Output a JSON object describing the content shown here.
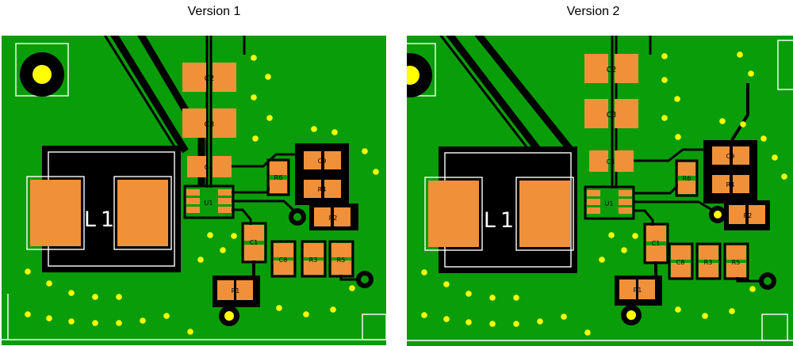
{
  "colors": {
    "background": "#ffffff",
    "board_green": "#0a9d0a",
    "pad_orange": "#f0913a",
    "via_yellow": "#ffff00",
    "trace_black": "#000000",
    "silkscreen_white": "#ffffff",
    "label_black": "#000000",
    "title_black": "#000000"
  },
  "panels": [
    {
      "title": "Version 1",
      "labels": {
        "l1": "L1",
        "c2": "C2",
        "c3": "C3",
        "c4": "C4",
        "u1": "U1",
        "r6": "R6",
        "c9": "C9",
        "r4": "R4",
        "r2": "R2",
        "c1": "C1",
        "c8": "C8",
        "r3": "R3",
        "r5": "R5",
        "r1": "R1"
      },
      "vias": [
        [
          318,
          28
        ],
        [
          336,
          52
        ],
        [
          318,
          78
        ],
        [
          338,
          104
        ],
        [
          320,
          130
        ],
        [
          394,
          118
        ],
        [
          420,
          122
        ],
        [
          458,
          146
        ],
        [
          472,
          172
        ],
        [
          263,
          252
        ],
        [
          279,
          271
        ],
        [
          251,
          283
        ],
        [
          293,
          253
        ],
        [
          33,
          298
        ],
        [
          60,
          313
        ],
        [
          88,
          325
        ],
        [
          118,
          330
        ],
        [
          148,
          330
        ],
        [
          33,
          352
        ],
        [
          60,
          357
        ],
        [
          88,
          361
        ],
        [
          118,
          363
        ],
        [
          148,
          363
        ],
        [
          178,
          360
        ],
        [
          208,
          354
        ],
        [
          238,
          374
        ],
        [
          350,
          344
        ],
        [
          384,
          352
        ],
        [
          418,
          346
        ],
        [
          442,
          319
        ]
      ]
    },
    {
      "title": "Version 2",
      "labels": {
        "l1": "L1",
        "c2": "C2",
        "c3": "C3",
        "c4": "C4",
        "u1": "U1",
        "r6": "R6",
        "c9": "C9",
        "r4": "R4",
        "r2": "R2",
        "c1": "C1",
        "c8": "C8",
        "r3": "R3",
        "r5": "R5",
        "r1": "R1"
      },
      "vias": [
        [
          325,
          26
        ],
        [
          325,
          56
        ],
        [
          341,
          80
        ],
        [
          325,
          104
        ],
        [
          342,
          128
        ],
        [
          420,
          24
        ],
        [
          434,
          48
        ],
        [
          398,
          108
        ],
        [
          424,
          112
        ],
        [
          450,
          130
        ],
        [
          464,
          154
        ],
        [
          476,
          178
        ],
        [
          258,
          252
        ],
        [
          274,
          271
        ],
        [
          246,
          283
        ],
        [
          288,
          253
        ],
        [
          22,
          299
        ],
        [
          50,
          314
        ],
        [
          78,
          326
        ],
        [
          108,
          331
        ],
        [
          138,
          331
        ],
        [
          22,
          353
        ],
        [
          50,
          358
        ],
        [
          78,
          362
        ],
        [
          108,
          364
        ],
        [
          138,
          364
        ],
        [
          168,
          361
        ],
        [
          198,
          355
        ],
        [
          228,
          375
        ],
        [
          342,
          346
        ],
        [
          376,
          354
        ],
        [
          410,
          348
        ],
        [
          436,
          320
        ]
      ]
    }
  ]
}
